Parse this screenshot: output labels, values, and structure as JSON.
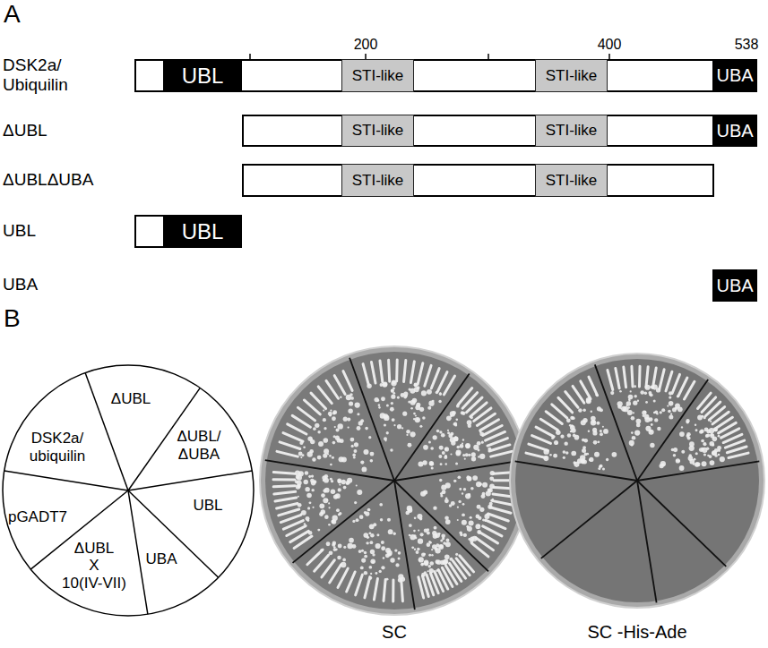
{
  "diagram": {
    "nodes": [
      {
        "text": [
          "DSK2a/ Ubiquilin"
        ]
      },
      {
        "text": [
          "UBL"
        ],
        "in": 0
      },
      {
        "text": [
          "STI-like"
        ],
        "in": 0
      },
      {
        "text": [
          "STI-like"
        ],
        "in": 0
      },
      {
        "text": [
          "UBA"
        ],
        "in": 0
      },
      {
        "text": [
          "ΔUBL"
        ]
      },
      {
        "text": [
          "STI-like"
        ],
        "in": 5
      },
      {
        "text": [
          "STI-like"
        ],
        "in": 5
      },
      {
        "text": [
          "UBA"
        ],
        "in": 5
      },
      {
        "text": [
          "ΔUBLΔUBA"
        ]
      },
      {
        "text": [
          "STI-like"
        ],
        "in": 9
      },
      {
        "text": [
          "STI-like"
        ],
        "in": 9
      },
      {
        "text": [
          "UBL"
        ]
      },
      {
        "text": [
          "UBL"
        ],
        "in": 12
      },
      {
        "text": [
          "UBA"
        ]
      }
    ],
    "labels": [
      "A",
      "200",
      "400",
      "538",
      "UBA",
      "B",
      "ΔUBL",
      "DSK2a/ ubiquilin",
      "ΔUBL/ ΔUBA",
      "pGADT7",
      "UBL",
      "UBA",
      "ΔUBL X 10(IV-VII)",
      "SC",
      "SC -His-Ade"
    ]
  }
}
